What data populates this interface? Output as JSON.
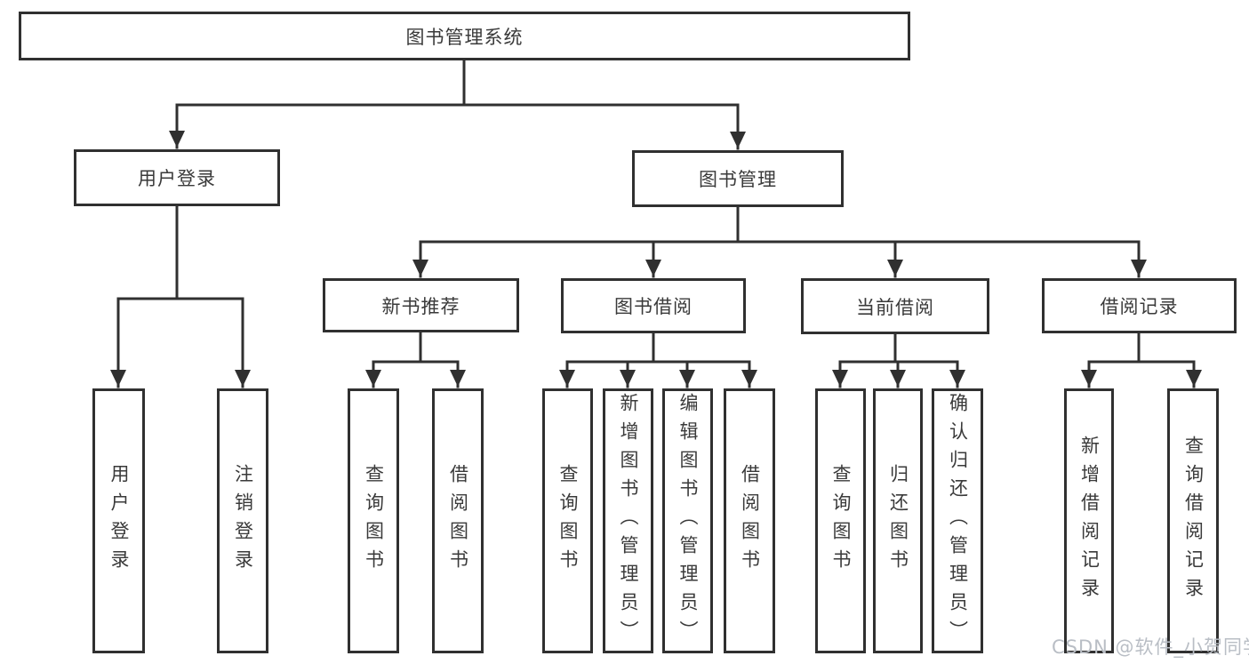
{
  "tree": {
    "root": {
      "label": "图书管理系统",
      "children": [
        {
          "label": "用户登录",
          "children": [
            {
              "label": "用户登录"
            },
            {
              "label": "注销登录"
            }
          ]
        },
        {
          "label": "图书管理",
          "children": [
            {
              "label": "新书推荐",
              "children": [
                {
                  "label": "查询图书"
                },
                {
                  "label": "借阅图书"
                }
              ]
            },
            {
              "label": "图书借阅",
              "children": [
                {
                  "label": "查询图书"
                },
                {
                  "label": "新增图书（管理员）"
                },
                {
                  "label": "编辑图书（管理员）"
                },
                {
                  "label": "借阅图书"
                }
              ]
            },
            {
              "label": "当前借阅",
              "children": [
                {
                  "label": "查询图书"
                },
                {
                  "label": "归还图书"
                },
                {
                  "label": "确认归还（管理员）"
                }
              ]
            },
            {
              "label": "借阅记录",
              "children": [
                {
                  "label": "新增借阅记录"
                },
                {
                  "label": "查询借阅记录"
                }
              ]
            }
          ]
        }
      ]
    }
  },
  "watermark": {
    "text": "CSDN @软件_小贺同学"
  },
  "colors": {
    "line": "#303030",
    "text": "#3a3a3a",
    "background": "#ffffff",
    "watermark": "#b9bec5"
  }
}
